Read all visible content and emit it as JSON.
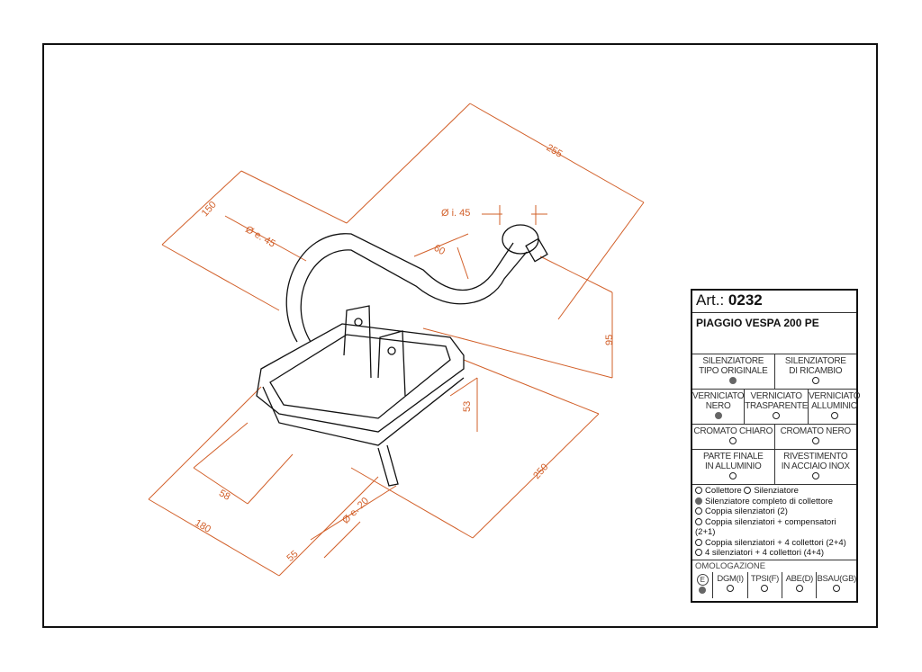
{
  "dimensions": {
    "d255": "255",
    "d150": "150",
    "d_outer45": "Ø e. 45",
    "d60": "60",
    "d_inner45": "Ø i. 45",
    "d95": "95",
    "d53": "53",
    "d250": "250",
    "d58": "58",
    "d180": "180",
    "d_outer20": "Ø e. 20",
    "d55": "55"
  },
  "colors": {
    "dimension": "#d2602a",
    "line": "#111111",
    "selected_dot": "#666666"
  },
  "table": {
    "art_label": "Art.:",
    "art_number": "0232",
    "model": "PIAGGIO VESPA 200 PE",
    "silencer_type": [
      {
        "line1": "SILENZIATORE",
        "line2": "TIPO ORIGINALE",
        "selected": true
      },
      {
        "line1": "SILENZIATORE",
        "line2": "DI RICAMBIO",
        "selected": false
      }
    ],
    "finish": [
      {
        "line1": "VERNICIATO",
        "line2": "NERO",
        "selected": true
      },
      {
        "line1": "VERNICIATO",
        "line2": "TRASPARENTE",
        "selected": false
      },
      {
        "line1": "VERNICIATO",
        "line2": "ALLUMINIO",
        "selected": false
      }
    ],
    "chrome": [
      {
        "line1": "CROMATO CHIARO",
        "selected": false
      },
      {
        "line1": "CROMATO NERO",
        "selected": false
      }
    ],
    "end": [
      {
        "line1": "PARTE FINALE",
        "line2": "IN ALLUMINIO",
        "selected": false
      },
      {
        "line1": "RIVESTIMENTO",
        "line2": "IN ACCIAIO INOX",
        "selected": false
      }
    ],
    "options": {
      "collettore": "Collettore",
      "silenziatore": "Silenziatore",
      "completo": "Silenziatore completo di collettore",
      "coppia": "Coppia silenziatori (2)",
      "coppia_comp": "Coppia silenziatori + compensatori (2+1)",
      "coppia_coll": "Coppia silenziatori + 4 collettori (2+4)",
      "quattro": "4 silenziatori + 4 collettori (4+4)"
    },
    "homologation": {
      "title": "OMOLOGAZIONE",
      "e_mark": "E",
      "items": [
        "DGM(I)",
        "TPSI(F)",
        "ABE(D)",
        "BSAU(GB)"
      ]
    }
  }
}
